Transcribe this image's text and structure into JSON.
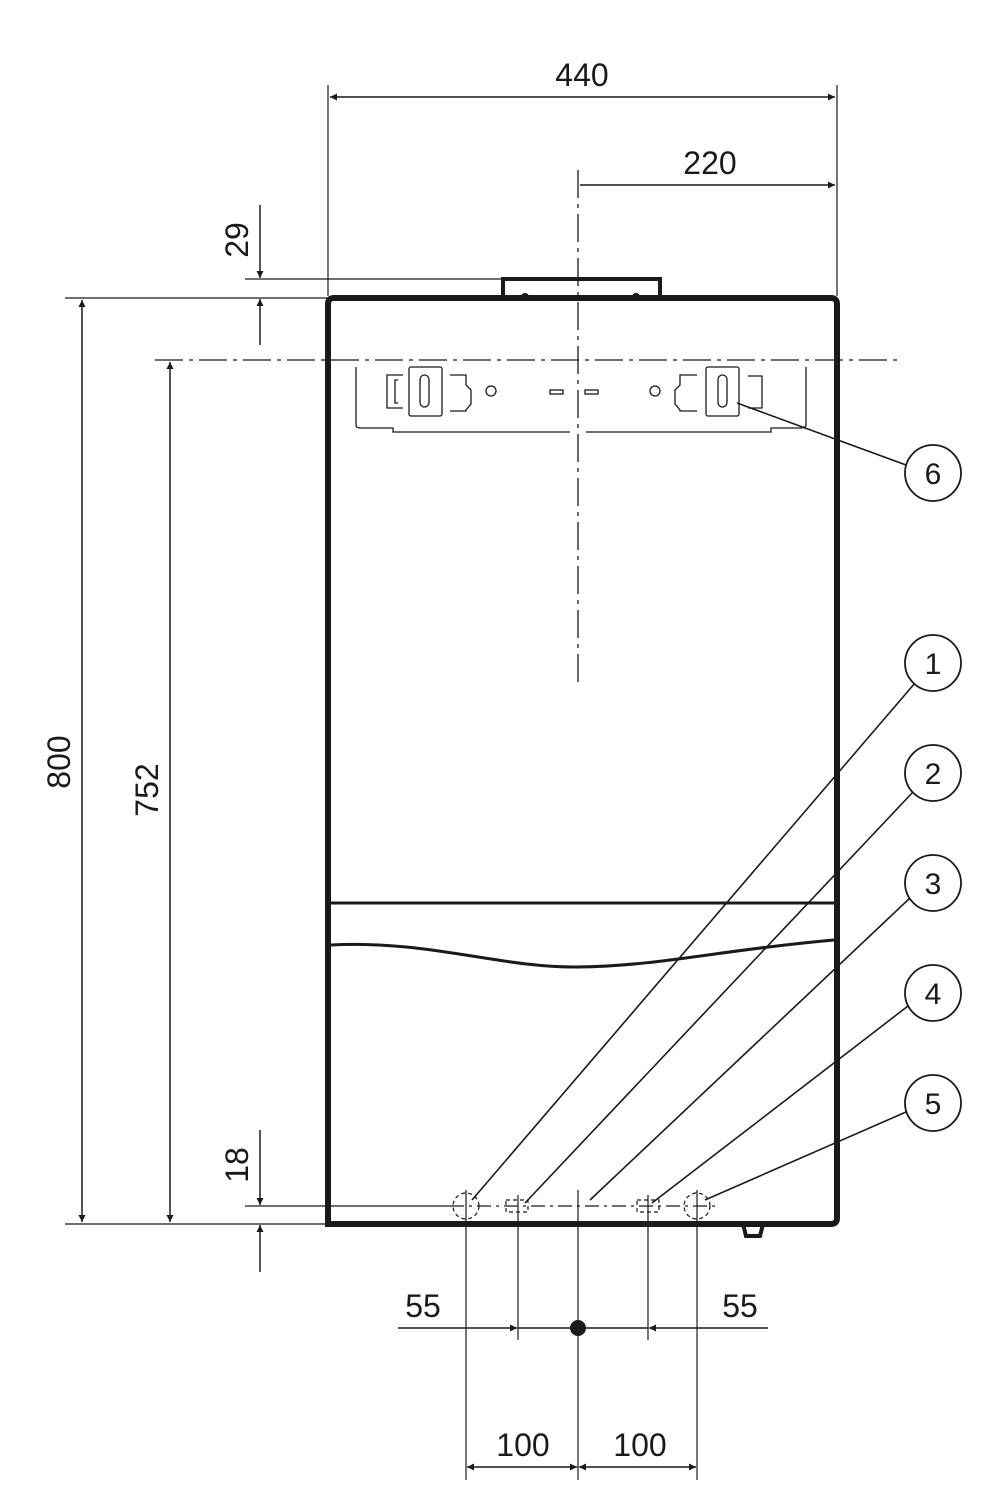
{
  "diagram": {
    "dimensions": {
      "overall_width": "440",
      "half_width": "220",
      "top_offset": "29",
      "overall_height": "800",
      "bracket_height": "752",
      "bottom_offset": "18",
      "left_spacing": "55",
      "right_spacing": "55",
      "left_pitch": "100",
      "right_pitch": "100"
    },
    "callouts": [
      "1",
      "2",
      "3",
      "4",
      "5",
      "6"
    ],
    "colors": {
      "line": "#1a1a1a",
      "background": "#ffffff"
    }
  }
}
